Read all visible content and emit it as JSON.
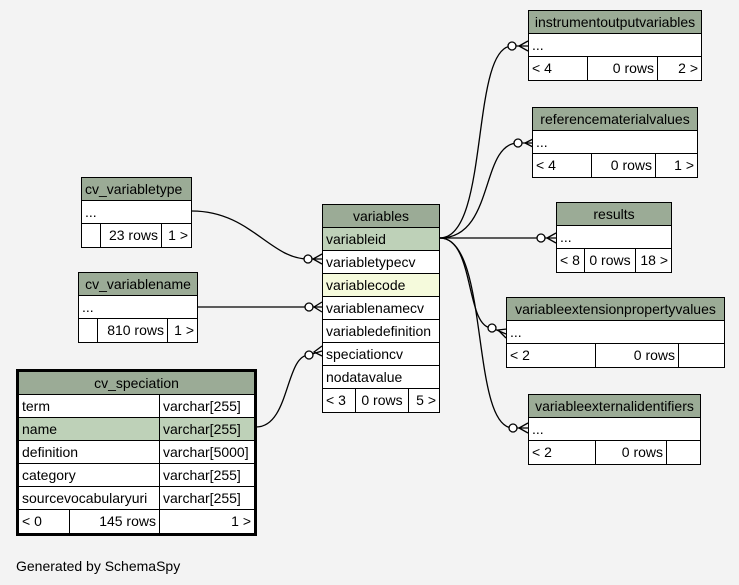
{
  "tables": {
    "instrumentoutputvariables": {
      "name": "instrumentoutputvariables",
      "dots": "...",
      "parents": "< 4",
      "rows": "0 rows",
      "children": "2 >"
    },
    "referencematerialvalues": {
      "name": "referencematerialvalues",
      "dots": "...",
      "parents": "< 4",
      "rows": "0 rows",
      "children": "1 >"
    },
    "results": {
      "name": "results",
      "dots": "...",
      "parents": "< 8",
      "rows": "0 rows",
      "children": "18 >"
    },
    "variableextensionpropertyvalues": {
      "name": "variableextensionpropertyvalues",
      "dots": "...",
      "parents": "< 2",
      "rows": "0 rows",
      "children": ""
    },
    "variableexternalidentifiers": {
      "name": "variableexternalidentifiers",
      "dots": "...",
      "parents": "< 2",
      "rows": "0 rows",
      "children": ""
    },
    "cv_variabletype": {
      "name": "cv_variabletype",
      "dots": "...",
      "parents": "",
      "rows": "23 rows",
      "children": "1 >"
    },
    "cv_variablename": {
      "name": "cv_variablename",
      "dots": "...",
      "parents": "",
      "rows": "810 rows",
      "children": "1 >"
    },
    "variables": {
      "name": "variables",
      "columns": [
        "variableid",
        "variabletypecv",
        "variablecode",
        "variablenamecv",
        "variabledefinition",
        "speciationcv",
        "nodatavalue"
      ],
      "parents": "< 3",
      "rows": "0 rows",
      "children": "5 >"
    },
    "cv_speciation": {
      "name": "cv_speciation",
      "columns": [
        {
          "name": "term",
          "type": "varchar[255]"
        },
        {
          "name": "name",
          "type": "varchar[255]"
        },
        {
          "name": "definition",
          "type": "varchar[5000]"
        },
        {
          "name": "category",
          "type": "varchar[255]"
        },
        {
          "name": "sourcevocabularyuri",
          "type": "varchar[255]"
        }
      ],
      "parents": "< 0",
      "rows": "145 rows",
      "children": "1 >"
    }
  },
  "footer": "Generated by SchemaSpy"
}
